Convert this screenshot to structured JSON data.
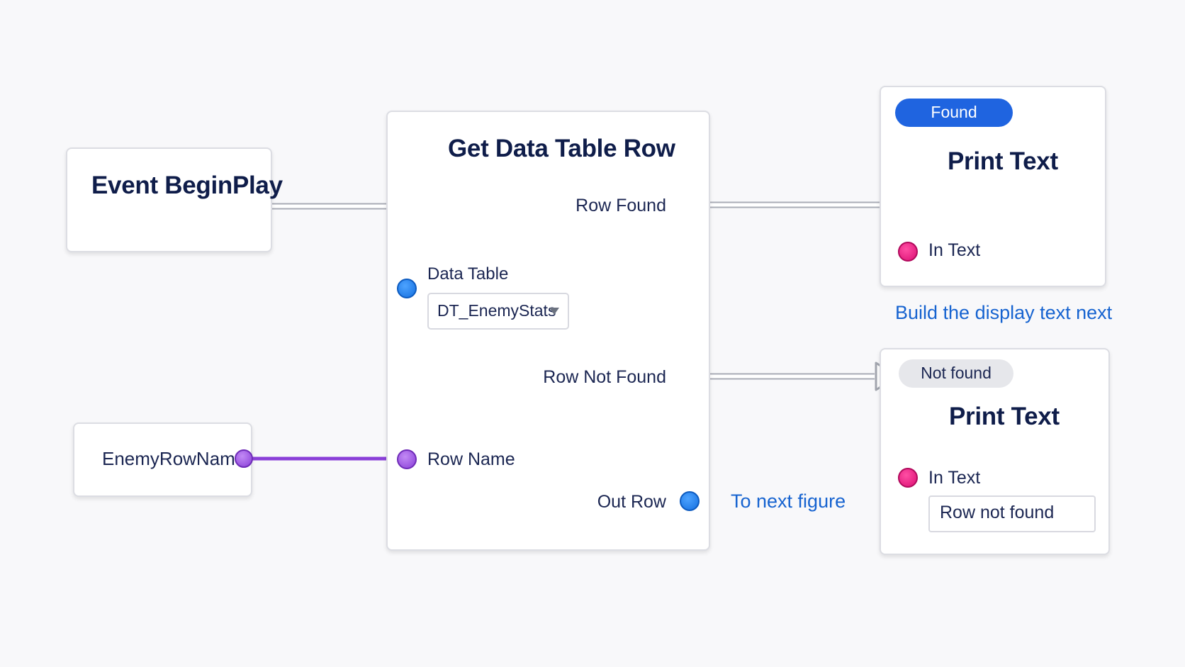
{
  "nodes": {
    "event": {
      "title": "Event BeginPlay"
    },
    "variable": {
      "name": "EnemyRowName"
    },
    "get_row": {
      "title": "Get Data Table Row",
      "row_found": "Row Found",
      "data_table_label": "Data Table",
      "data_table_value": "DT_EnemyStats",
      "row_not_found": "Row Not Found",
      "row_name": "Row Name",
      "out_row": "Out Row"
    },
    "print_found": {
      "badge": "Found",
      "title": "Print Text",
      "in_text": "In Text"
    },
    "print_not_found": {
      "badge": "Not found",
      "title": "Print Text",
      "in_text": "In Text",
      "in_text_value": "Row not found"
    }
  },
  "annotations": {
    "build_display": "Build the display text next",
    "to_next_figure": "To next figure"
  },
  "icons": {
    "exec_pin": "exec-arrow-icon",
    "dropdown": "chevron-down-icon"
  },
  "colors": {
    "data_table_pin": "#1570e0",
    "name_pin": "#8a3fd8",
    "text_pin": "#dc0f74",
    "found_badge": "#1f64e0",
    "annotation": "#1663d0"
  }
}
